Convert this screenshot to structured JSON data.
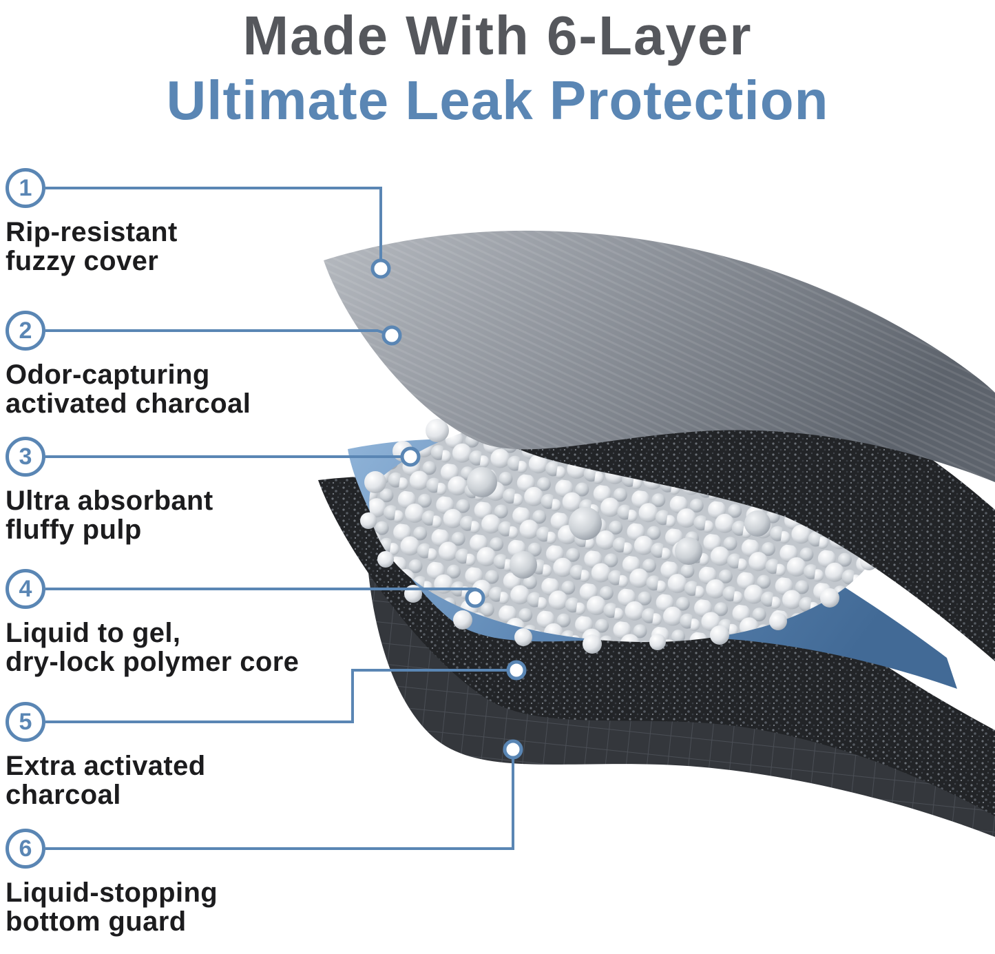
{
  "title": {
    "line1": "Made With 6-Layer",
    "line2": "Ultimate Leak Protection"
  },
  "colors": {
    "accent_blue": "#5a86b4",
    "title_gray": "#55575c",
    "text_dark": "#1c1c1e"
  },
  "layers": [
    {
      "number": "1",
      "label_line1": "Rip-resistant",
      "label_line2": "fuzzy cover"
    },
    {
      "number": "2",
      "label_line1": "Odor-capturing",
      "label_line2": "activated charcoal"
    },
    {
      "number": "3",
      "label_line1": "Ultra absorbant",
      "label_line2": "fluffy pulp"
    },
    {
      "number": "4",
      "label_line1": "Liquid to gel,",
      "label_line2": "dry-lock polymer core"
    },
    {
      "number": "5",
      "label_line1": "Extra activated",
      "label_line2": "charcoal"
    },
    {
      "number": "6",
      "label_line1": "Liquid-stopping",
      "label_line2": "bottom guard"
    }
  ]
}
